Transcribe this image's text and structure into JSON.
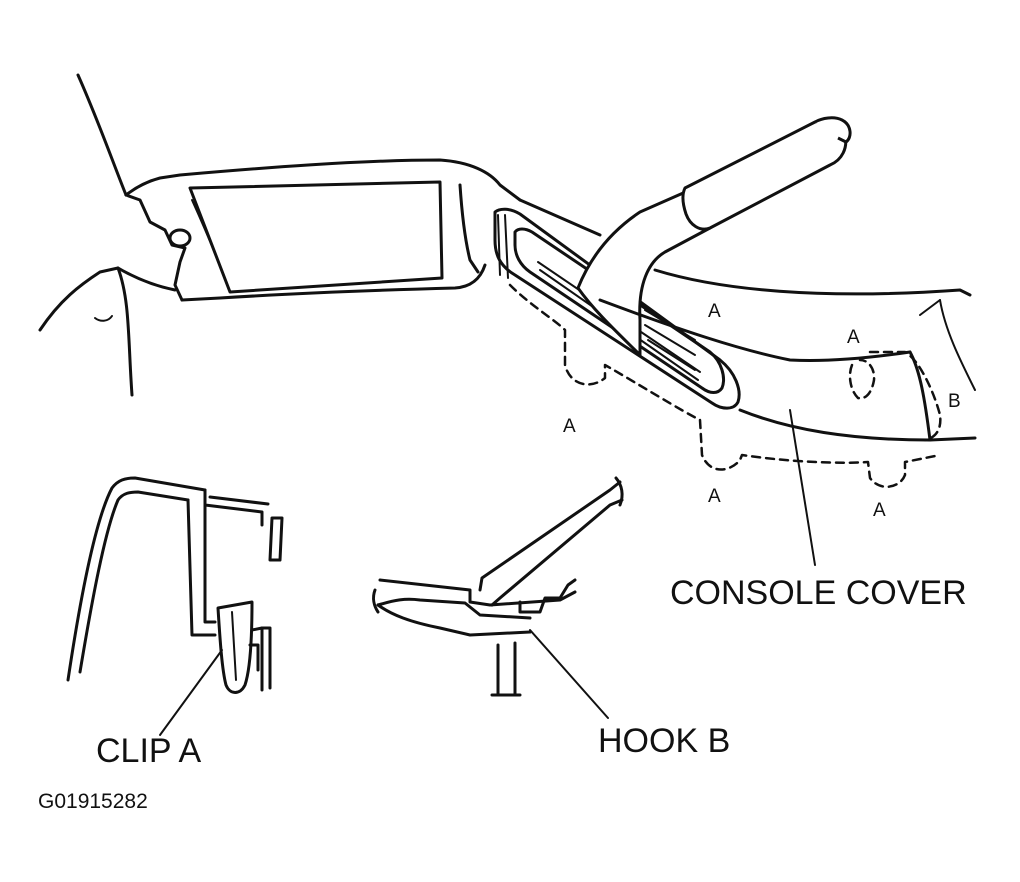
{
  "labels": {
    "a1": "A",
    "a2": "A",
    "a3": "A",
    "a4": "A",
    "a5": "A",
    "b": "B",
    "console_cover": "CONSOLE COVER",
    "clip_a": "CLIP A",
    "hook_b": "HOOK B",
    "figure_id": "G01915282"
  }
}
